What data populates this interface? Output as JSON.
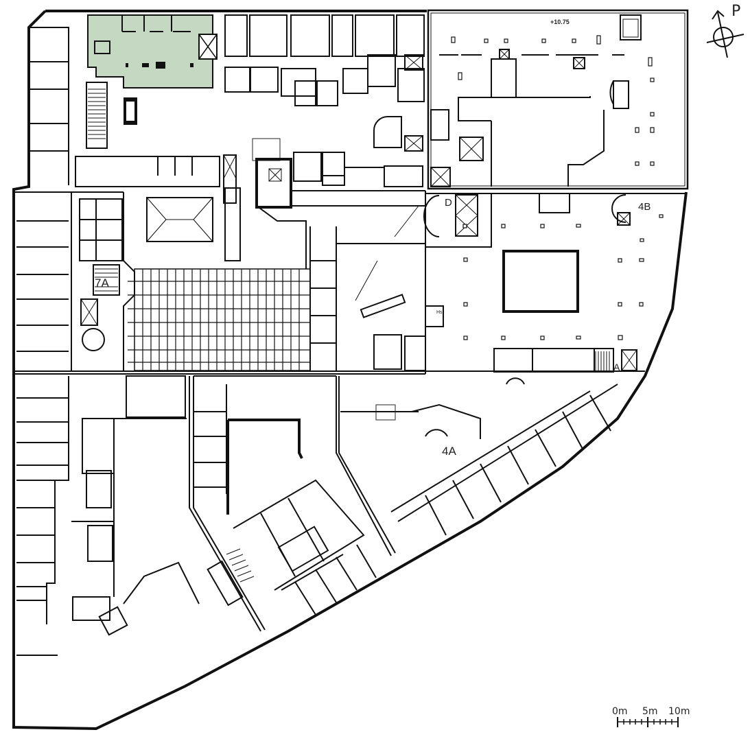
{
  "plan": {
    "type": "architectural-floor-plan",
    "highlight_color": "#c5d8c2",
    "wall_color": "#111111",
    "background": "#ffffff",
    "highlighted_unit": "green-unit-top-left"
  },
  "labels": {
    "elevation_top_right": "+10.75",
    "stair_7a": "7A",
    "stair_4a": "4A",
    "stair_4b": "4B",
    "stair_a": "A",
    "stair_d": "D",
    "hs": "Hs"
  },
  "north_arrow": {
    "letter": "P",
    "icon": "north-arrow-icon"
  },
  "scale_bar": {
    "labels": [
      "0m",
      "5m",
      "10m"
    ]
  }
}
